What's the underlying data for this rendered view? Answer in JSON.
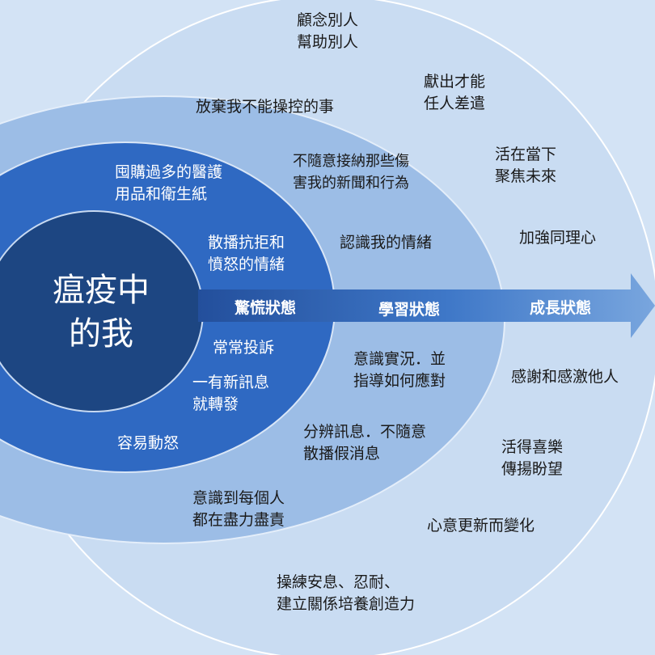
{
  "center": {
    "title": "瘟疫中\n的我"
  },
  "arrow": {
    "stages": [
      "驚慌狀態",
      "學習狀態",
      "成長狀態"
    ]
  },
  "panic_items": [
    "囤購過多的醫護\n用品和衛生紙",
    "散播抗拒和\n憤怒的情緒",
    "常常投訴",
    "一有新訊息\n就轉發",
    "容易動怒"
  ],
  "learning_items": [
    "放棄我不能操控的事",
    "不隨意接納那些傷\n害我的新聞和行為",
    "認識我的情緒",
    "意識實況．並\n指導如何應對",
    "分辨訊息．不隨意\n散播假消息",
    "意識到每個人\n都在盡力盡責"
  ],
  "growth_items": [
    "顧念別人\n幫助別人",
    "獻出才能\n任人差遣",
    "活在當下\n聚焦未來",
    "加強同理心",
    "感謝和感激他人",
    "活得喜樂\n傳揚盼望",
    "心意更新而變化",
    "操練安息、忍耐、\n建立關係培養創造力"
  ],
  "colors": {
    "outer_ring": "#c9dcf2",
    "learning_ring": "#9cbde6",
    "panic_ring": "#2f69c2",
    "core": "#1d4682",
    "arrow_dark": "#2a5db0",
    "arrow_light": "#6f9fdc"
  }
}
